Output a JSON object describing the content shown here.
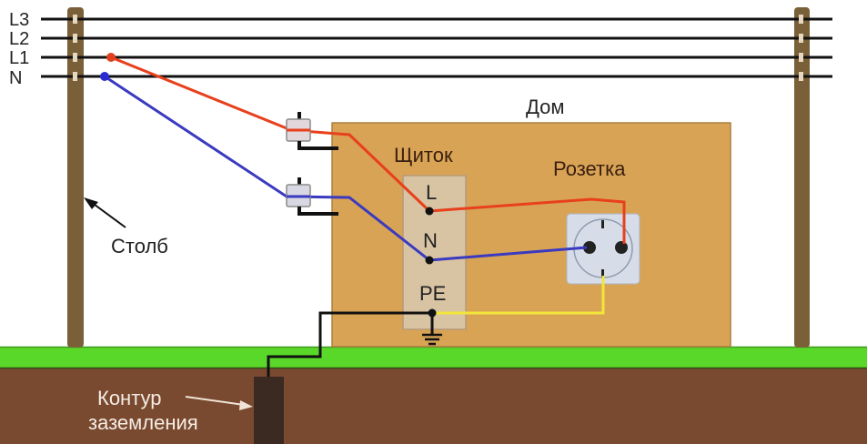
{
  "diagram": {
    "lines": [
      {
        "id": "L3",
        "label": "L3"
      },
      {
        "id": "L2",
        "label": "L2"
      },
      {
        "id": "L1",
        "label": "L1"
      },
      {
        "id": "N",
        "label": "N"
      }
    ],
    "labels": {
      "house": "Дом",
      "panel": "Щиток",
      "socket": "Розетка",
      "pole": "Столб",
      "grounding_line1": "Контур",
      "grounding_line2": "заземления"
    },
    "panel_terminals": {
      "L": "L",
      "N": "N",
      "PE": "PE"
    },
    "colors": {
      "phase_wire": "#e8401c",
      "neutral_wire": "#3a3ac0",
      "pe_wire": "#f2e63a",
      "ground_wire": "#111111",
      "pole": "#7a6038",
      "house": "#d9a355",
      "panel": "#d8c3a3",
      "socket": "#d6dde8",
      "grass": "#5ad829",
      "soil": "#7a4a30",
      "ground_rod": "#3a2a22"
    }
  }
}
